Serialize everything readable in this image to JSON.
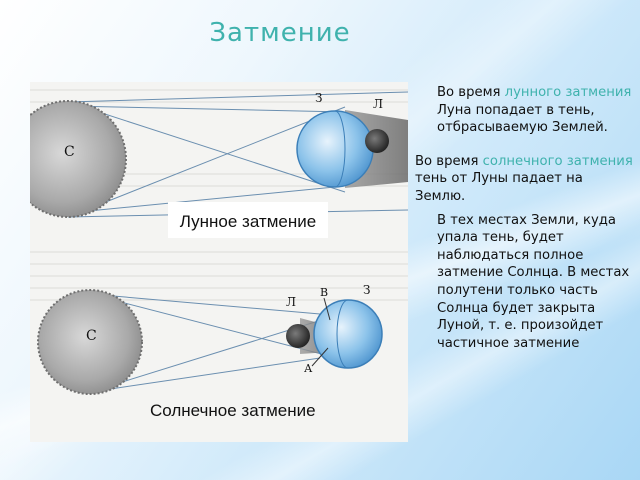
{
  "title": "Затмение",
  "figure": {
    "lunar": {
      "sun_label": "С",
      "earth_label": "З",
      "moon_label": "Л",
      "caption": "Лунное затмение"
    },
    "solar": {
      "sun_label": "С",
      "moon_label": "Л",
      "label_b": "В",
      "earth_label": "З",
      "label_a": "А",
      "caption": "Солнечное затмение"
    }
  },
  "text": {
    "p1_start": "Во время ",
    "p1_highlight": "лунного затмения",
    "p1_end": " Луна попадает в тень, отбрасываемую Землей.",
    "p2_start": "Во время ",
    "p2_highlight": "солнечного затмения",
    "p2_end": " тень от Луны падает на Землю.",
    "p3": "В тех местах Земли, куда упала тень, будет наблюдаться полное затмение Солнца. В местах полутени только часть Солнца будет закрыта Луной, т. е. произойдет частичное затмение"
  },
  "colors": {
    "accent": "#3fb2ad",
    "earth": "#7cb8e6",
    "shadow": "#555555"
  }
}
